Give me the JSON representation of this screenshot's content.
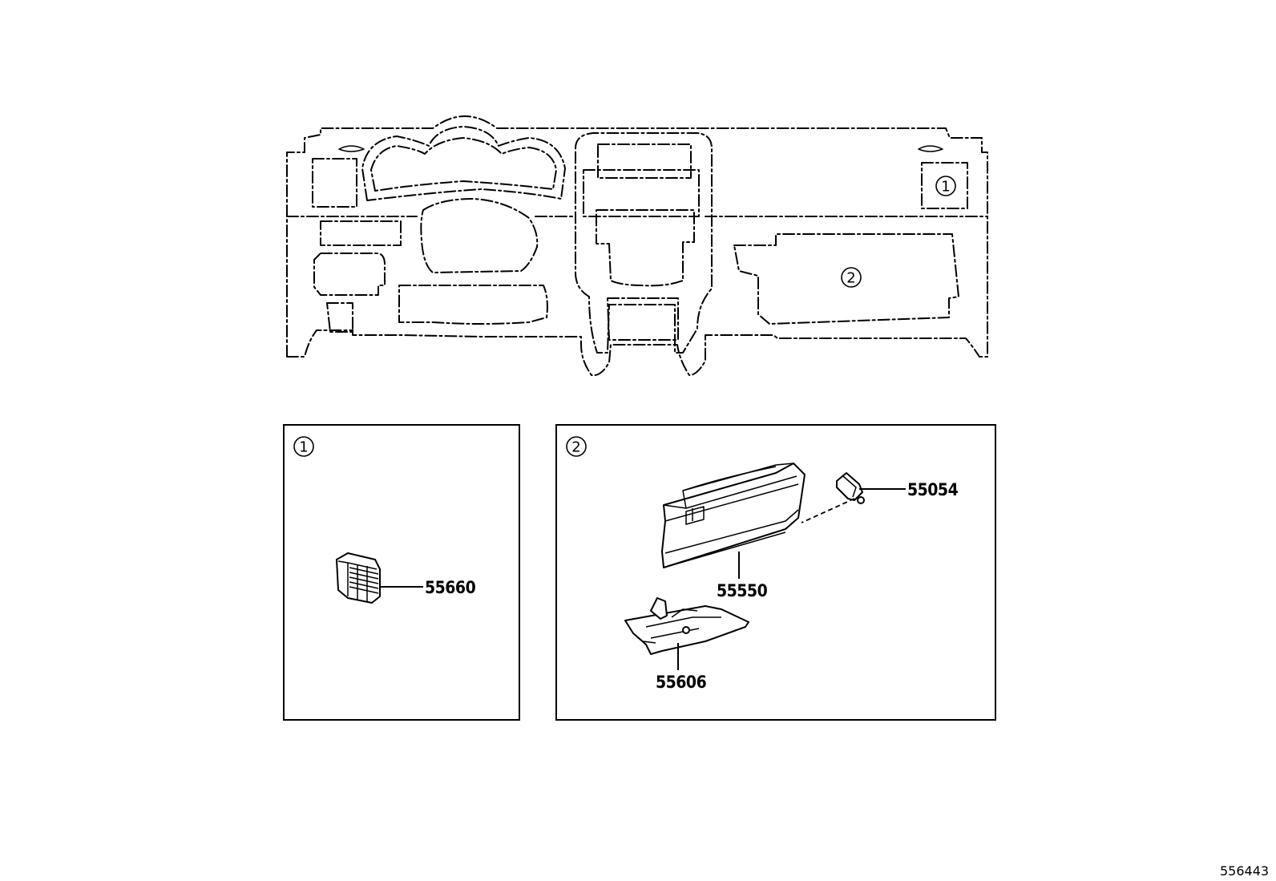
{
  "overview": {
    "callout_1": "1",
    "callout_2": "2"
  },
  "panel_1": {
    "callout": "1",
    "parts": [
      {
        "number": "55660"
      }
    ]
  },
  "panel_2": {
    "callout": "2",
    "parts": [
      {
        "number": "55054"
      },
      {
        "number": "55550"
      },
      {
        "number": "55606"
      }
    ]
  },
  "reference_number": "556443",
  "icons": {
    "dashboard": "dashboard-outline-icon",
    "vent": "air-vent-icon",
    "glove_box": "glove-box-icon",
    "damper": "glove-box-damper-icon",
    "bracket": "glove-box-bracket-icon"
  }
}
